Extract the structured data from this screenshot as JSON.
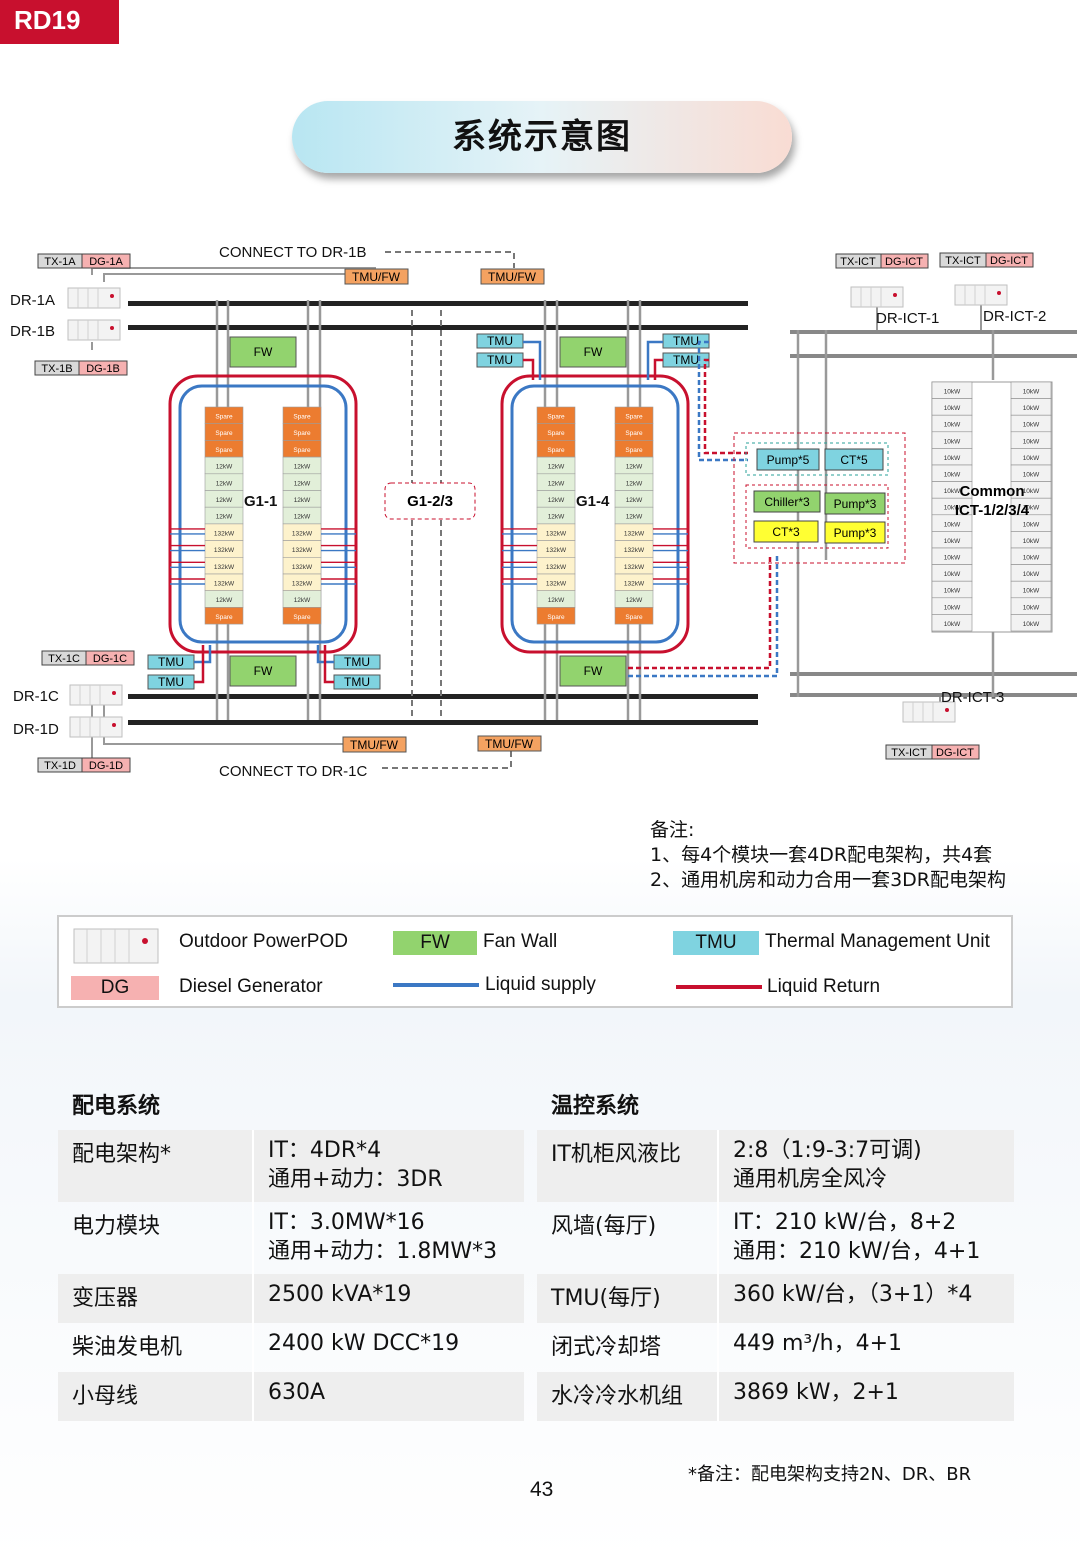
{
  "header": {
    "tag": "RD19",
    "title": "系统示意图"
  },
  "diagram": {
    "dr_labels": [
      "DR-1A",
      "DR-1B",
      "DR-1C",
      "DR-1D",
      "DR-ICT-1",
      "DR-ICT-2",
      "DR-ICT-3"
    ],
    "tx_labels": [
      "TX-1A",
      "TX-1B",
      "TX-1C",
      "TX-1D",
      "TX-ICT",
      "TX-ICT",
      "TX-ICT"
    ],
    "dg_labels": [
      "DG-1A",
      "DG-1B",
      "DG-1C",
      "DG-1D",
      "DG-ICT",
      "DG-ICT",
      "DG-ICT"
    ],
    "connect_top": "CONNECT TO DR-1B",
    "connect_bottom": "CONNECT TO DR-1C",
    "tmu_fw": "TMU/FW",
    "fw": "FW",
    "tmu": "TMU",
    "hall_1": "G1-1",
    "hall_2": "G1-4",
    "hall_mid": "G1-2/3",
    "rack_cells": [
      "Spare",
      "Spare",
      "Spare",
      "12kW",
      "12kW",
      "12kW",
      "12kW",
      "132kW",
      "132kW",
      "132kW",
      "132kW",
      "12kW",
      "Spare"
    ],
    "pump5": "Pump*5",
    "ct5": "CT*5",
    "chiller3": "Chiller*3",
    "pump3": "Pump*3",
    "ct3": "CT*3",
    "common_rack": "10kW",
    "common_line1": "Common",
    "common_line2": "ICT-1/2/3/4",
    "colors": {
      "red": "#c8102e",
      "blue": "#3b78c4",
      "orange": "#f4a261",
      "fw_green": "#92d36e",
      "tmu_cyan": "#7fd3e0",
      "dg_pink": "#f6b1b1"
    }
  },
  "notes": {
    "title": "备注:",
    "items": [
      "1、每4个模块一套4DR配电架构，共4套",
      "2、通用机房和动力合用一套3DR配电架构"
    ]
  },
  "legend": {
    "powerpod": "Outdoor PowerPOD",
    "fw_tag": "FW",
    "fw_label": "Fan Wall",
    "tmu_tag": "TMU",
    "tmu_label": "Thermal Management Unit",
    "dg_tag": "DG",
    "dg_label": "Diesel Generator",
    "supply_label": "Liquid supply",
    "return_label": "Liquid Return"
  },
  "power_table": {
    "title": "配电系统",
    "rows": [
      {
        "key": "配电架构*",
        "values": [
          "IT：4DR*4",
          "通用+动力：3DR"
        ]
      },
      {
        "key": "电力模块",
        "values": [
          "IT：3.0MW*16",
          "通用+动力：1.8MW*3"
        ]
      },
      {
        "key": "变压器",
        "values": [
          "2500 kVA*19"
        ]
      },
      {
        "key": "柴油发电机",
        "values": [
          "2400 kW DCC*19"
        ]
      },
      {
        "key": "小母线",
        "values": [
          "630A"
        ]
      }
    ]
  },
  "cooling_table": {
    "title": "温控系统",
    "rows": [
      {
        "key": "IT机柜风液比",
        "values": [
          "2:8（1:9-3:7可调)",
          "通用机房全风冷"
        ]
      },
      {
        "key": "风墙(每厅)",
        "values": [
          "IT：210 kW/台，8+2",
          "通用：210 kW/台，4+1"
        ]
      },
      {
        "key": "TMU(每厅)",
        "values": [
          "360 kW/台，（3+1）*4"
        ]
      },
      {
        "key": "闭式冷却塔",
        "values": [
          "449 m³/h，4+1"
        ]
      },
      {
        "key": "水冷冷水机组",
        "values": [
          "3869 kW，2+1"
        ]
      }
    ]
  },
  "footnote": "*备注：配电架构支持2N、DR、BR",
  "page_number": "43"
}
